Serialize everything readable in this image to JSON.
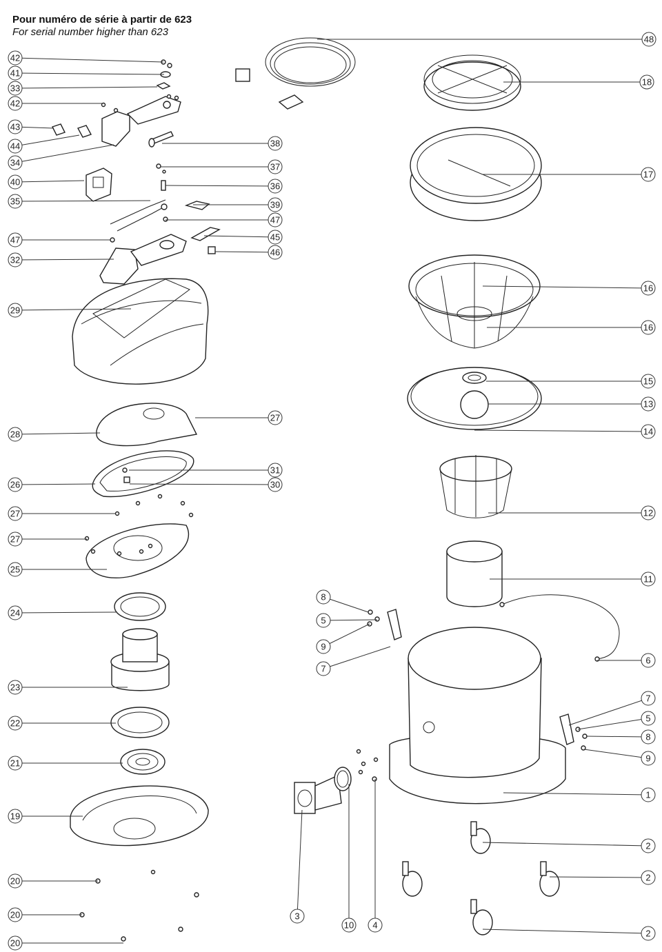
{
  "header": {
    "title": "Pour numéro de série à partir de 623",
    "subtitle": "For serial number higher than 623"
  },
  "callouts": [
    "42",
    "41",
    "33",
    "42",
    "43",
    "44",
    "34",
    "40",
    "35",
    "47",
    "32",
    "29",
    "28",
    "26",
    "27",
    "27",
    "25",
    "24",
    "23",
    "22",
    "21",
    "19",
    "20",
    "20",
    "20",
    "48",
    "18",
    "17",
    "16",
    "16",
    "15",
    "13",
    "14",
    "12",
    "11",
    "6",
    "38",
    "37",
    "36",
    "39",
    "47",
    "45",
    "46",
    "27",
    "31",
    "30",
    "8",
    "5",
    "9",
    "7",
    "7",
    "5",
    "8",
    "9",
    "1",
    "2",
    "2",
    "2",
    "3",
    "10",
    "4"
  ]
}
